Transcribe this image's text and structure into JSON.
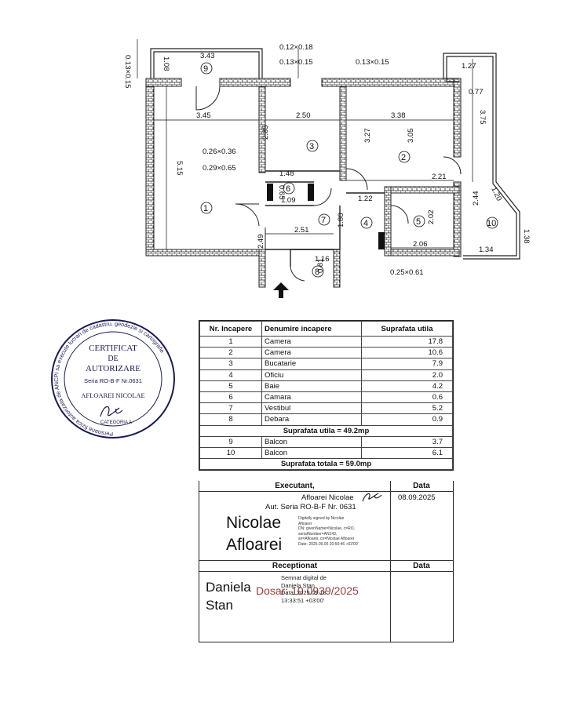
{
  "plan": {
    "dimensions": {
      "wall_top_left": "0.13×0.15",
      "balcony9_w": "3.43",
      "balcony9_h": "1.08",
      "wall_a": "0.12×0.18",
      "wall_b": "0.13×0.15",
      "wall_c": "0.13×0.15",
      "balcony10_w": "1.27",
      "balcony10_a": "0.77",
      "balcony10_b": "3.75",
      "balcony10_c": "1.20",
      "balcony10_d": "2.44",
      "balcony10_e": "1.38",
      "balcony10_f": "1.34",
      "room1_w": "3.45",
      "room1_h": "5.15",
      "room3_w": "2.50",
      "room3_h": "2.85",
      "room2_w": "3.38",
      "room2_h1": "3.27",
      "room2_h2": "3.05",
      "room2_w2": "2.21",
      "pillar_a": "0.26×0.36",
      "pillar_b": "0.29×0.65",
      "room6_w": "1.48",
      "room6_w2": "1.09",
      "room6_h": "0.65",
      "room4_w": "1.22",
      "room4_h": "1.80",
      "room5_w": "2.06",
      "room5_h": "2.02",
      "room7_w": "2.51",
      "entry_w": "2.49",
      "room8_w": "1.16",
      "room8_h": "0.81",
      "pillar_c": "0.25×0.61"
    },
    "room_numbers": [
      "1",
      "2",
      "3",
      "4",
      "5",
      "6",
      "7",
      "8",
      "9",
      "10"
    ]
  },
  "stamp": {
    "title_line1": "CERTIFICAT",
    "title_line2": "DE",
    "title_line3": "AUTORIZARE",
    "serial": "Seria RO-B-F Nr.0631",
    "holder": "AFLOAREI NICOLAE",
    "category": "CATEGORIA A",
    "ring_text": "Persoana fizica autorizata de ANCPI sa execute lucrari de cadastru, geodezie si cartografie"
  },
  "table": {
    "headers": [
      "Nr. Incapere",
      "Denumire incapere",
      "Suprafata utila"
    ],
    "rows": [
      {
        "nr": "1",
        "name": "Camera",
        "area": "17.8"
      },
      {
        "nr": "2",
        "name": "Camera",
        "area": "10.6"
      },
      {
        "nr": "3",
        "name": "Bucatarie",
        "area": "7.9"
      },
      {
        "nr": "4",
        "name": "Oficiu",
        "area": "2.0"
      },
      {
        "nr": "5",
        "name": "Baie",
        "area": "4.2"
      },
      {
        "nr": "6",
        "name": "Camara",
        "area": "0.6"
      },
      {
        "nr": "7",
        "name": "Vestibul",
        "area": "5.2"
      },
      {
        "nr": "8",
        "name": "Debara",
        "area": "0.9"
      }
    ],
    "useful_total": "Suprafata utila = 49.2mp",
    "balconies": [
      {
        "nr": "9",
        "name": "Balcon",
        "area": "3.7"
      },
      {
        "nr": "10",
        "name": "Balcon",
        "area": "6.1"
      }
    ],
    "grand_total": "Suprafata totala = 59.0mp"
  },
  "signature": {
    "executant_label": "Executant,",
    "data_label": "Data",
    "executant_name": "Afloarei Nicolae",
    "executant_series": "Aut. Seria RO-B-F Nr. 0631",
    "executant_date": "08.09.2025",
    "digital_name_1": "Nicolae",
    "digital_name_2": "Afloarei",
    "digital_note_1": "Digitally signed by Nicolae",
    "digital_note_2": "Afloarei",
    "digital_note_3": "DN: givenName=Nicolae, c=RO,",
    "digital_note_4": "serialNumber=AN143,",
    "digital_note_5": "sn=Afloarei, cn=Nicolae Afloarei",
    "digital_note_6": "Date: 2025.09.05 20:50:46 +03'00'",
    "receptionat_label": "Receptionat",
    "data_label_2": "Data",
    "receiver_first": "Daniela",
    "receiver_last": "Stan",
    "stamp_overlay": "Dosar: 10 0939/2025",
    "signed_label": "Semnat digital de",
    "signed_name": "Daniela Stan",
    "signed_date": "Data: 2025.09.18",
    "signed_time": "13:33:51 +03'00'"
  }
}
